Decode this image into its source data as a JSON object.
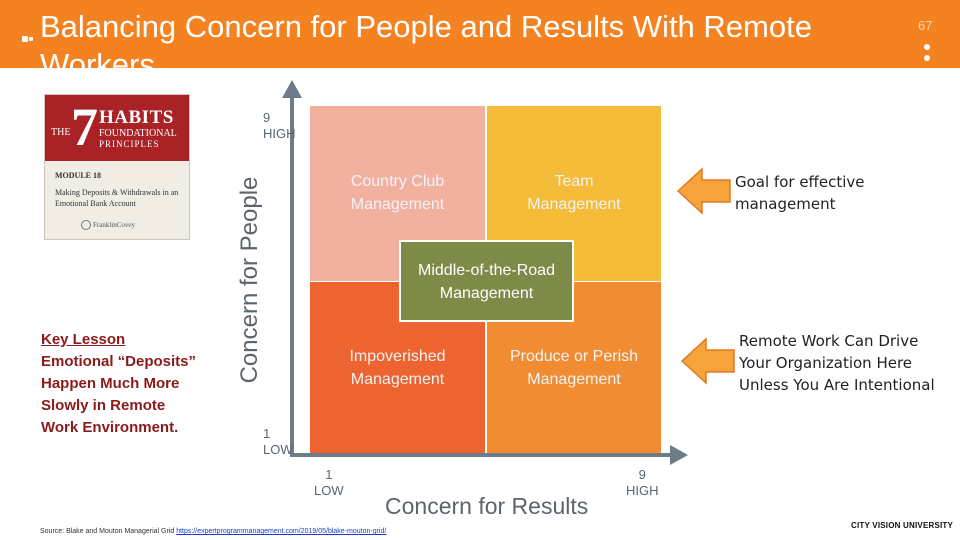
{
  "header": {
    "title": "Balancing Concern for People and Results With Remote Workers",
    "page_number": "67",
    "colors": {
      "background": "#f58220",
      "text": "#ffffff"
    }
  },
  "book": {
    "number": "7",
    "the": "THE",
    "habits": "HABITS",
    "foundational": "FOUNDATIONAL",
    "principles": "PRINCIPLES",
    "module": "MODULE 18",
    "subtitle": "Making Deposits & Withdrawals in an Emotional Bank Account",
    "brand": "FranklinCovey"
  },
  "key_lesson": {
    "heading": "Key Lesson",
    "lines": [
      "Emotional “Deposits”",
      "Happen Much More",
      "Slowly in Remote",
      "Work Environment."
    ]
  },
  "grid": {
    "y_axis_label": "Concern for People",
    "x_axis_label": "Concern for Results",
    "y_high": {
      "value": "9",
      "label": "HIGH"
    },
    "y_low": {
      "value": "1",
      "label": "LOW"
    },
    "x_low": {
      "value": "1",
      "label": "LOW"
    },
    "x_high": {
      "value": "9",
      "label": "HIGH"
    },
    "quadrants": {
      "country_club": {
        "line1": "Country Club",
        "line2": "Management",
        "color": "#f2b19f"
      },
      "team": {
        "line1": "Team",
        "line2": "Management",
        "color": "#f5bc3a"
      },
      "impoverished": {
        "line1": "Impoverished",
        "line2": "Management",
        "color": "#ed6431"
      },
      "produce_or_perish": {
        "line1": "Produce or Perish",
        "line2": "Management",
        "color": "#f28c33"
      },
      "middle": {
        "line1": "Middle-of-the-Road",
        "line2": "Management",
        "color": "#7e8a48"
      }
    }
  },
  "callouts": {
    "goal": {
      "lines": [
        "Goal for effective",
        "management"
      ]
    },
    "remote": {
      "lines": [
        "Remote Work Can Drive",
        "Your Organization Here",
        "Unless You Are Intentional"
      ]
    },
    "arrow_color": "#f5a33a"
  },
  "footer": {
    "source_prefix": "Source: Blake and Mouton Managerial Grid",
    "source_link": "https://expertprogrammanagement.com/2019/05/blake-mouton-grid/",
    "logo": "CITY VISION UNIVERSITY"
  }
}
